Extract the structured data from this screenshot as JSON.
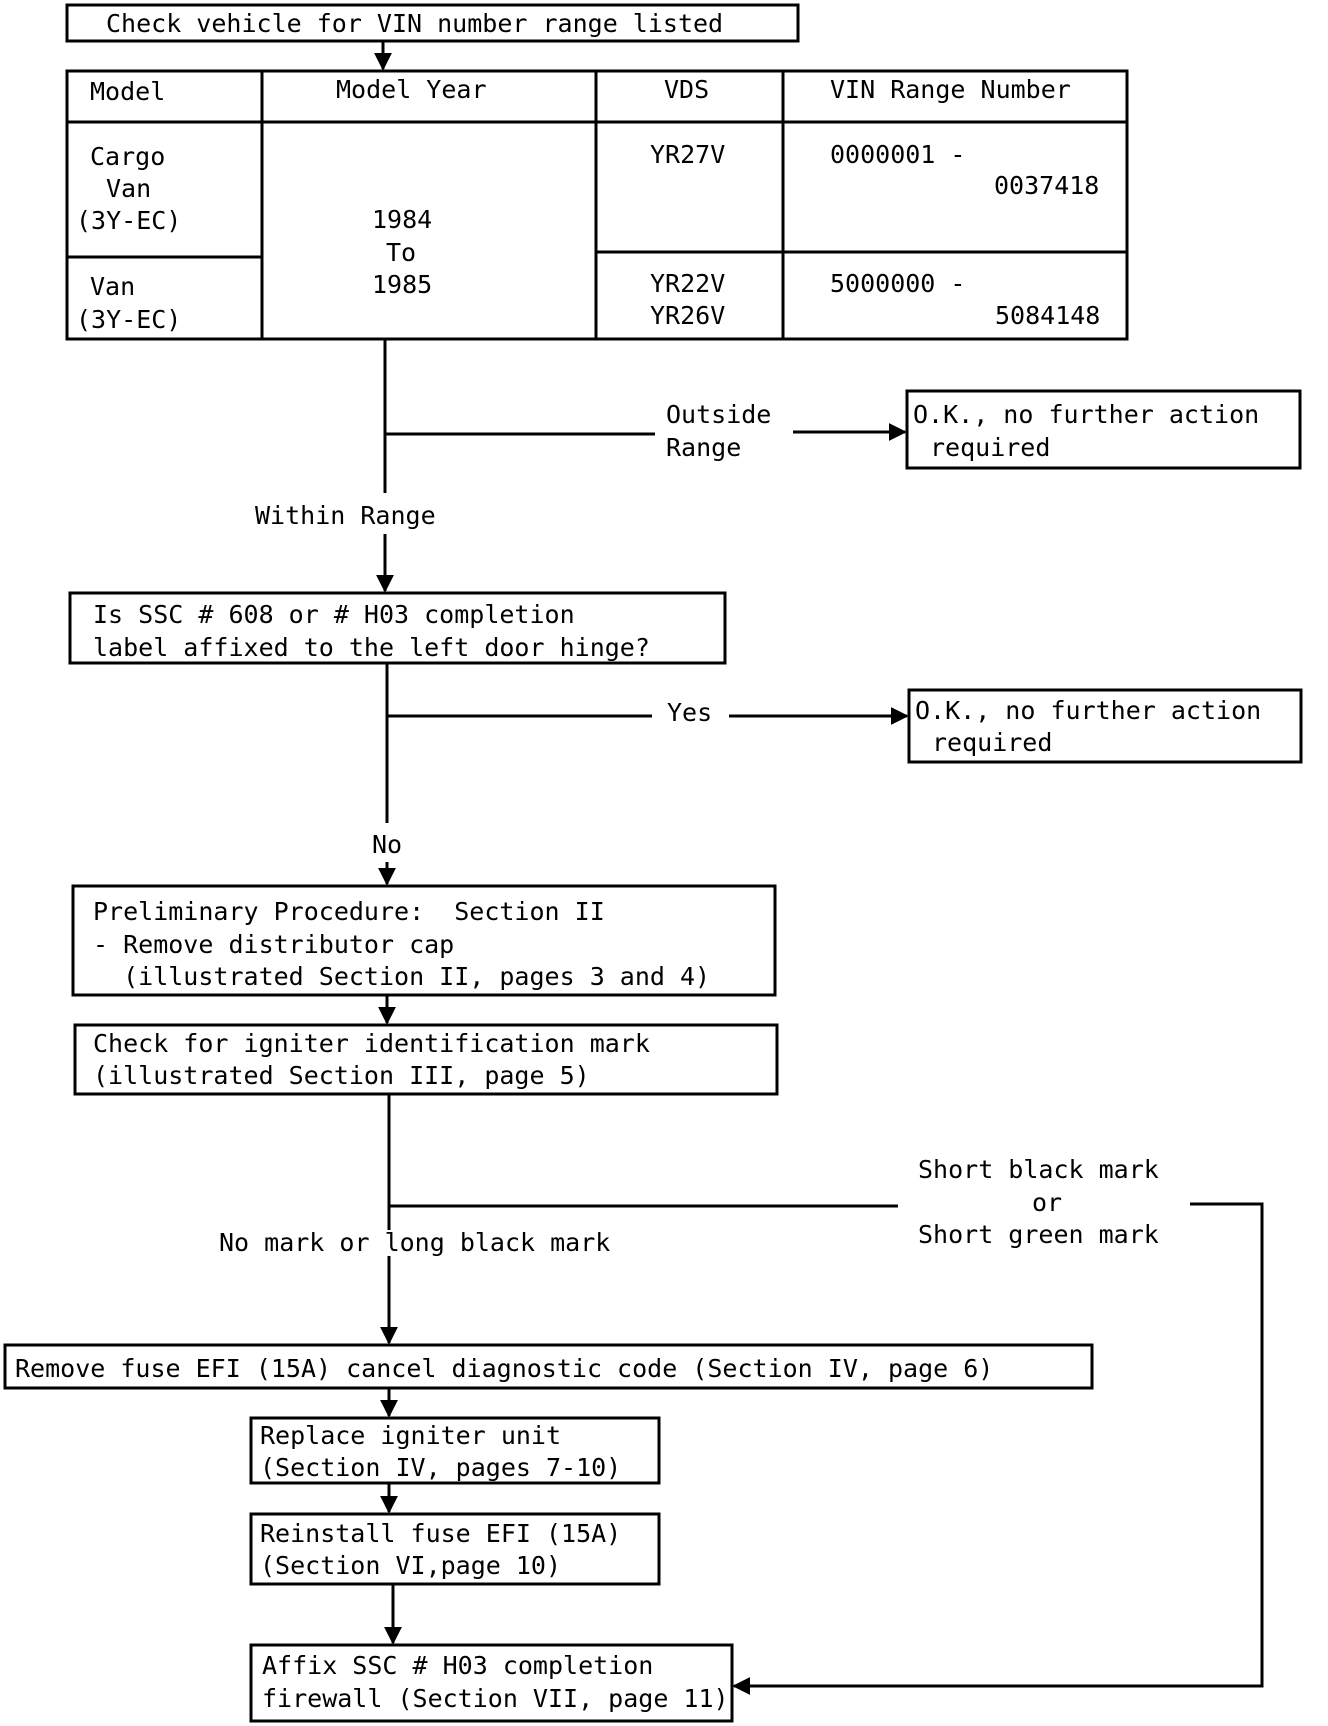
{
  "start": "Check vehicle for VIN number range listed",
  "table": {
    "headers": [
      "Model",
      "Model Year",
      "VDS",
      "VIN Range Number"
    ],
    "model_1": [
      "Cargo",
      "Van",
      "(3Y-EC)"
    ],
    "model_2": [
      "Van",
      "(3Y-EC)"
    ],
    "years": [
      "1984",
      "To",
      "1985"
    ],
    "vds_1": [
      "YR27V"
    ],
    "vds_2": [
      "YR22V",
      "YR26V"
    ],
    "range_1": [
      "0000001 -",
      "0037418"
    ],
    "range_2": [
      "5000000 -",
      "5084148"
    ]
  },
  "outside_range": [
    "Outside",
    "Range"
  ],
  "ok_1": [
    "O.K., no further action",
    "required"
  ],
  "within_range": "Within Range",
  "ssc_question": [
    "Is SSC # 608 or # H03 completion",
    "label affixed to the left door hinge?"
  ],
  "yes": "Yes",
  "ok_2": [
    "O.K., no further action",
    "required"
  ],
  "no": "No",
  "preliminary": [
    "Preliminary Procedure:  Section II",
    "- Remove distributor cap",
    "  (illustrated Section II, pages 3 and 4)"
  ],
  "check_igniter": [
    "Check for igniter identification mark",
    "(illustrated Section III, page 5)"
  ],
  "no_mark": "No mark or long black mark",
  "short_mark": [
    "Short black mark",
    "or",
    "Short green mark"
  ],
  "remove_fuse": "Remove fuse EFI (15A) cancel diagnostic code (Section IV, page 6)",
  "replace_igniter": [
    "Replace igniter unit",
    "(Section IV, pages 7-10)"
  ],
  "reinstall_fuse": [
    "Reinstall fuse EFI (15A)",
    "(Section VI,page 10)"
  ],
  "affix": [
    "Affix SSC # H03 completion",
    "firewall (Section VII, page 11)"
  ]
}
